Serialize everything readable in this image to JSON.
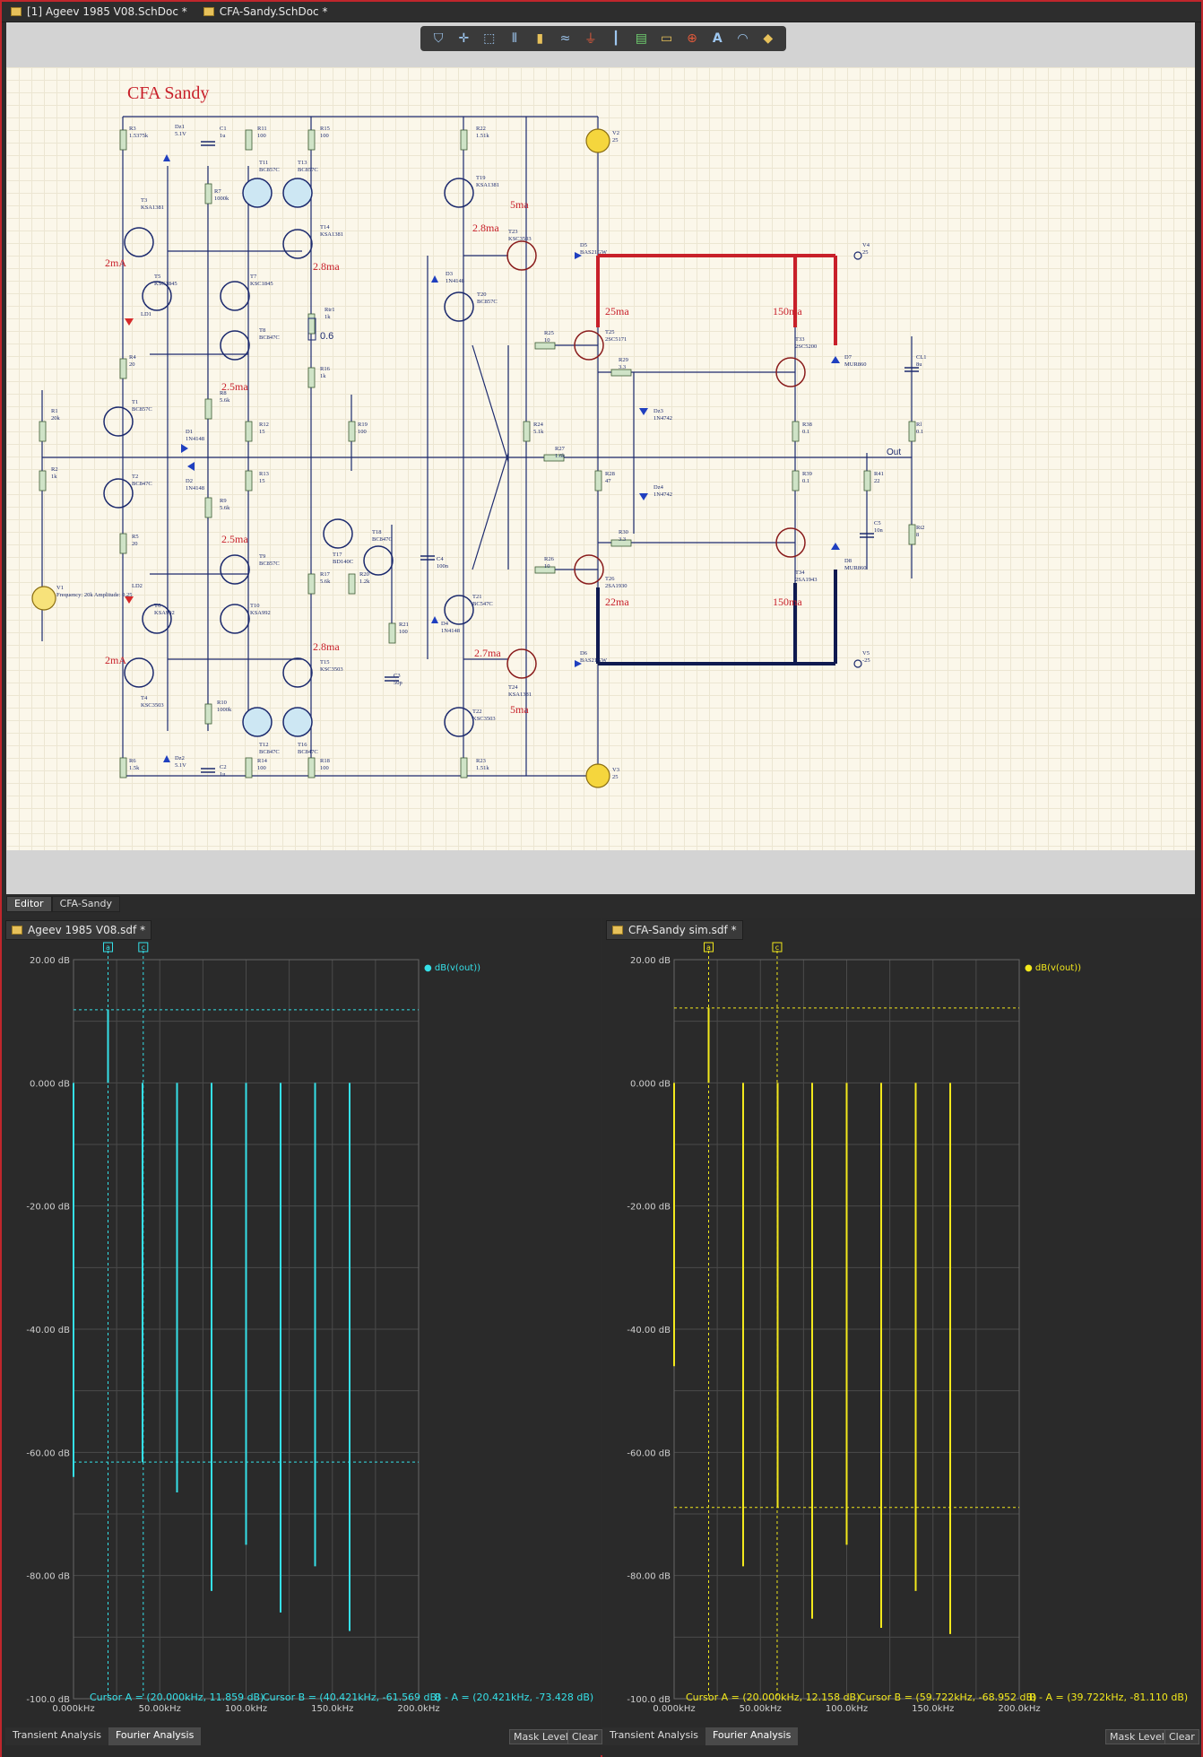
{
  "doc_tabs": [
    {
      "label": "[1] Ageev 1985 V08.SchDoc *"
    },
    {
      "label": "CFA-Sandy.SchDoc *"
    }
  ],
  "toolbar": {
    "icons": [
      "filter-icon",
      "crosshair-icon",
      "select-rect-icon",
      "align-icon",
      "component-icon",
      "wire-icon",
      "power-port-icon",
      "bus-icon",
      "net-label-icon",
      "port-icon",
      "probe-icon",
      "text-icon",
      "arc-icon",
      "junction-icon"
    ]
  },
  "schematic": {
    "title": "CFA Sandy",
    "annotations": [
      "2mA",
      "2.5ma",
      "2.5ma",
      "2mA",
      "2.8ma",
      "2.8ma",
      "2.8ma",
      "2.7ma",
      "5ma",
      "5ma",
      "25ma",
      "22ma",
      "150ma",
      "150ma",
      "0.6",
      "Out"
    ],
    "components": [
      {
        "ref": "R3",
        "val": "1.5375k"
      },
      {
        "ref": "Dz1",
        "val": "5.1V"
      },
      {
        "ref": "C1",
        "val": "1u"
      },
      {
        "ref": "R7",
        "val": "1000k"
      },
      {
        "ref": "R11",
        "val": "100"
      },
      {
        "ref": "T11",
        "val": "BC857C"
      },
      {
        "ref": "T13",
        "val": "BC857C"
      },
      {
        "ref": "R15",
        "val": "100"
      },
      {
        "ref": "T14",
        "val": "KSA1381"
      },
      {
        "ref": "R22",
        "val": "1.51k"
      },
      {
        "ref": "T19",
        "val": "KSA1381"
      },
      {
        "ref": "V2",
        "val": "25"
      },
      {
        "ref": "T3",
        "val": "KSA1381"
      },
      {
        "ref": "T23",
        "val": "KSC3503"
      },
      {
        "ref": "D5",
        "val": "BAS21GW"
      },
      {
        "ref": "V4",
        "val": "25"
      },
      {
        "ref": "T5",
        "val": "KSC1845"
      },
      {
        "ref": "T7",
        "val": "KSC1845"
      },
      {
        "ref": "D3",
        "val": "1N4148"
      },
      {
        "ref": "T20",
        "val": "BC857C"
      },
      {
        "ref": "LD1",
        "val": ""
      },
      {
        "ref": "Rtr1",
        "val": "1k"
      },
      {
        "ref": "T8",
        "val": "BC847C"
      },
      {
        "ref": "R25",
        "val": "10"
      },
      {
        "ref": "T25",
        "val": "2SC5171"
      },
      {
        "ref": "T33",
        "val": "2SC5200"
      },
      {
        "ref": "D7",
        "val": "MUR860"
      },
      {
        "ref": "CL1",
        "val": "8u"
      },
      {
        "ref": "R4",
        "val": "20"
      },
      {
        "ref": "R16",
        "val": "1k"
      },
      {
        "ref": "R29",
        "val": "3.3"
      },
      {
        "ref": "T1",
        "val": "BC857C"
      },
      {
        "ref": "R8",
        "val": "5.6k"
      },
      {
        "ref": "Dz3",
        "val": "1N4742"
      },
      {
        "ref": "R1",
        "val": "20k"
      },
      {
        "ref": "D1",
        "val": "1N4148"
      },
      {
        "ref": "R12",
        "val": "15"
      },
      {
        "ref": "R19",
        "val": "100"
      },
      {
        "ref": "R24",
        "val": "5.1k"
      },
      {
        "ref": "R38",
        "val": "0.1"
      },
      {
        "ref": "Rl",
        "val": "0.1"
      },
      {
        "ref": "R27",
        "val": "1.6k"
      },
      {
        "ref": "R2",
        "val": "1k"
      },
      {
        "ref": "T2",
        "val": "BC847C"
      },
      {
        "ref": "D2",
        "val": "1N4148"
      },
      {
        "ref": "R13",
        "val": "15"
      },
      {
        "ref": "R28",
        "val": "47"
      },
      {
        "ref": "R39",
        "val": "0.1"
      },
      {
        "ref": "R41",
        "val": "22"
      },
      {
        "ref": "Dz4",
        "val": "1N4742"
      },
      {
        "ref": "R9",
        "val": "5.6k"
      },
      {
        "ref": "T18",
        "val": "BC847C"
      },
      {
        "ref": "R5",
        "val": "20"
      },
      {
        "ref": "T17",
        "val": "BD140C"
      },
      {
        "ref": "R30",
        "val": "3.3"
      },
      {
        "ref": "C5",
        "val": "10n"
      },
      {
        "ref": "Rt2",
        "val": "8"
      },
      {
        "ref": "T9",
        "val": "BC857C"
      },
      {
        "ref": "C4",
        "val": "100n"
      },
      {
        "ref": "R26",
        "val": "10"
      },
      {
        "ref": "T34",
        "val": "2SA1943"
      },
      {
        "ref": "D8",
        "val": "MUR860"
      },
      {
        "ref": "V1",
        "val": "Frequency: 20k Amplitude: 0.25"
      },
      {
        "ref": "LD2",
        "val": ""
      },
      {
        "ref": "R17",
        "val": "5.6k"
      },
      {
        "ref": "R20",
        "val": "1.2k"
      },
      {
        "ref": "T26",
        "val": "2SA1930"
      },
      {
        "ref": "T6",
        "val": "KSA992"
      },
      {
        "ref": "T10",
        "val": "KSA992"
      },
      {
        "ref": "T21",
        "val": "BC547C"
      },
      {
        "ref": "R21",
        "val": "100"
      },
      {
        "ref": "D4",
        "val": "1N4148"
      },
      {
        "ref": "T4",
        "val": "KSC3503"
      },
      {
        "ref": "T15",
        "val": "KSC3503"
      },
      {
        "ref": "T24",
        "val": "KSA1381"
      },
      {
        "ref": "D6",
        "val": "BAS21GW"
      },
      {
        "ref": "V5",
        "val": "-25"
      },
      {
        "ref": "C3",
        "val": "50p"
      },
      {
        "ref": "R10",
        "val": "1000k"
      },
      {
        "ref": "T22",
        "val": "KSC3503"
      },
      {
        "ref": "T12",
        "val": "BC847C"
      },
      {
        "ref": "T16",
        "val": "BC847C"
      },
      {
        "ref": "Dz2",
        "val": "5.1V"
      },
      {
        "ref": "C2",
        "val": "1u"
      },
      {
        "ref": "R6",
        "val": "1.5k"
      },
      {
        "ref": "R14",
        "val": "100"
      },
      {
        "ref": "R18",
        "val": "100"
      },
      {
        "ref": "R23",
        "val": "1.51k"
      },
      {
        "ref": "V3",
        "val": "25"
      }
    ]
  },
  "editor_tabs": [
    {
      "label": "Editor"
    },
    {
      "label": "CFA-Sandy"
    }
  ],
  "panels": [
    {
      "tab": "Ageev 1985 V08.sdf *",
      "legend": "dB(v(out))",
      "color": "#35e0e8",
      "cursor_a": "Cursor A = (20.000kHz, 11.859 dB)",
      "cursor_b": "Cursor B = (40.421kHz, -61.569 dB)",
      "cursor_diff": "B - A = (20.421kHz, -73.428 dB)"
    },
    {
      "tab": "CFA-Sandy sim.sdf *",
      "legend": "dB(v(out))",
      "color": "#f2e81c",
      "cursor_a": "Cursor A = (20.000kHz, 12.158 dB)",
      "cursor_b": "Cursor B = (59.722kHz, -68.952 dB)",
      "cursor_diff": "B - A = (39.722kHz, -81.110 dB)"
    }
  ],
  "chart_data": [
    {
      "type": "bar",
      "legend": "dB(v(out))",
      "xlim": [
        0,
        200
      ],
      "ylim": [
        -100,
        20
      ],
      "x_ticks": [
        "0.000kHz",
        "50.00kHz",
        "100.0kHz",
        "150.0kHz",
        "200.0kHz"
      ],
      "y_ticks": [
        "20.00 dB",
        "0.000 dB",
        "-20.00 dB",
        "-40.00 dB",
        "-60.00 dB",
        "-80.00 dB",
        "-100.0 dB"
      ],
      "cursor_labels": [
        "a",
        "c"
      ],
      "cursor_x": [
        20.0,
        40.421
      ],
      "cursor_y": [
        11.859,
        -61.569
      ],
      "x": [
        0,
        20,
        40,
        60,
        80,
        100,
        120,
        140,
        160
      ],
      "values": [
        -64,
        11.9,
        -61.6,
        -66.5,
        -82.5,
        -75,
        -86,
        -78.5,
        -89
      ]
    },
    {
      "type": "bar",
      "legend": "dB(v(out))",
      "xlim": [
        0,
        200
      ],
      "ylim": [
        -100,
        20
      ],
      "x_ticks": [
        "0.000kHz",
        "50.00kHz",
        "100.0kHz",
        "150.0kHz",
        "200.0kHz"
      ],
      "y_ticks": [
        "20.00 dB",
        "0.000 dB",
        "-20.00 dB",
        "-40.00 dB",
        "-60.00 dB",
        "-80.00 dB",
        "-100.0 dB"
      ],
      "cursor_labels": [
        "a",
        "c"
      ],
      "cursor_x": [
        20.0,
        59.722
      ],
      "cursor_y": [
        12.158,
        -68.952
      ],
      "x": [
        0,
        20,
        40,
        60,
        80,
        100,
        120,
        140,
        160
      ],
      "values": [
        -46,
        12.2,
        -78.5,
        -69,
        -87,
        -75,
        -88.5,
        -82.5,
        -89.5
      ]
    }
  ],
  "bottom_tabs": [
    {
      "label": "Transient Analysis"
    },
    {
      "label": "Fourier Analysis"
    }
  ],
  "buttons": {
    "mask_level": "Mask Level",
    "clear": "Clear"
  }
}
